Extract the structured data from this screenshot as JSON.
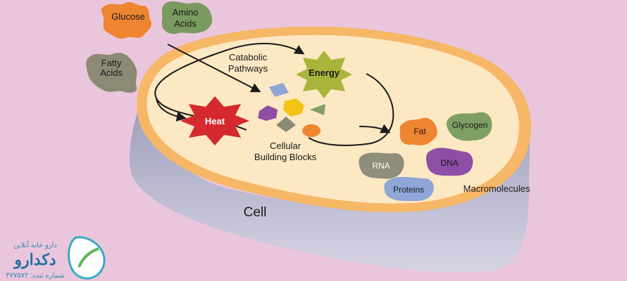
{
  "inputs": {
    "glucose": "Glucose",
    "amino_1": "Amino",
    "amino_2": "Acids",
    "fatty_1": "Fatty",
    "fatty_2": "Acids"
  },
  "pathway": {
    "catabolic_1": "Catabolic",
    "catabolic_2": "Pathways",
    "energy": "Energy",
    "heat": "Heat",
    "building_1": "Cellular",
    "building_2": "Building Blocks"
  },
  "macromolecules": {
    "fat": "Fat",
    "glycogen": "Glycogen",
    "rna": "RNA",
    "dna": "DNA",
    "proteins": "Proteins",
    "label": "Macromolecules"
  },
  "cell_label": "Cell",
  "watermark": {
    "name": "دارو خانه آنلاین",
    "logo": "دکدارو",
    "reg": "شماره ثبت: ۳۷۷۵۷۲"
  },
  "colors": {
    "background": "#eac6dc",
    "cytoplasm": "#fde8c4",
    "membrane": "#f6b766",
    "glucose": "#ee8530",
    "amino": "#7a9a5f",
    "fatty": "#8b8a75",
    "energy": "#a8b43a",
    "heat": "#d42a2f",
    "fat": "#ee8530",
    "glycogen": "#7ea065",
    "rna": "#8f8e7a",
    "dna": "#8f4ea6",
    "proteins": "#8fa6d6"
  }
}
